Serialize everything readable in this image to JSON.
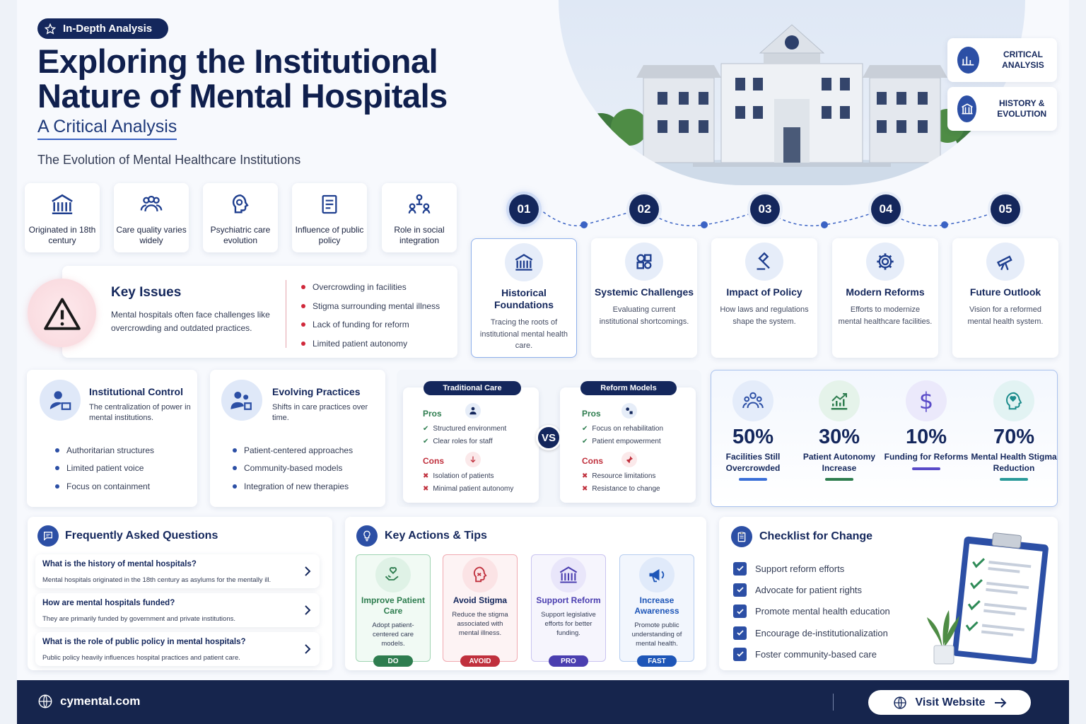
{
  "header": {
    "pill_label": "In-Depth Analysis",
    "title": "Exploring the Institutional Nature of Mental Hospitals",
    "subtitle": "A Critical Analysis",
    "section_heading": "The Evolution of Mental Healthcare Institutions"
  },
  "badges": [
    {
      "label": "CRITICAL ANALYSIS",
      "icon": "chart-icon"
    },
    {
      "label": "HISTORY & EVOLUTION",
      "icon": "building-icon"
    }
  ],
  "features": [
    {
      "label": "Originated in 18th century",
      "icon": "institution-icon"
    },
    {
      "label": "Care quality varies widely",
      "icon": "people-icon"
    },
    {
      "label": "Psychiatric care evolution",
      "icon": "brain-head-icon"
    },
    {
      "label": "Influence of public policy",
      "icon": "document-icon"
    },
    {
      "label": "Role in social integration",
      "icon": "network-people-icon"
    }
  ],
  "key_issues": {
    "title": "Key Issues",
    "description": "Mental hospitals often face challenges like overcrowding and outdated practices.",
    "items": [
      "Overcrowding in facilities",
      "Stigma surrounding mental illness",
      "Lack of funding for reform",
      "Limited patient autonomy"
    ]
  },
  "timeline": [
    {
      "num": "01",
      "title": "Historical Foundations",
      "desc": "Tracing the roots of institutional mental health care.",
      "icon": "institution-icon"
    },
    {
      "num": "02",
      "title": "Systemic Challenges",
      "desc": "Evaluating current institutional shortcomings.",
      "icon": "puzzle-icon"
    },
    {
      "num": "03",
      "title": "Impact of Policy",
      "desc": "How laws and regulations shape the system.",
      "icon": "gavel-icon"
    },
    {
      "num": "04",
      "title": "Modern Reforms",
      "desc": "Efforts to modernize mental healthcare facilities.",
      "icon": "gear-icon"
    },
    {
      "num": "05",
      "title": "Future Outlook",
      "desc": "Vision for a reformed mental health system.",
      "icon": "telescope-icon"
    }
  ],
  "institutional": {
    "title": "Institutional Control",
    "desc": "The centralization of power in mental institutions.",
    "items": [
      "Authoritarian structures",
      "Limited patient voice",
      "Focus on containment"
    ]
  },
  "evolving": {
    "title": "Evolving Practices",
    "desc": "Shifts in care practices over time.",
    "items": [
      "Patient-centered approaches",
      "Community-based models",
      "Integration of new therapies"
    ]
  },
  "compare": {
    "vs": "VS",
    "traditional": {
      "head": "Traditional Care",
      "pros_label": "Pros",
      "cons_label": "Cons",
      "pros": [
        "Structured environment",
        "Clear roles for staff"
      ],
      "cons": [
        "Isolation of patients",
        "Minimal patient autonomy"
      ]
    },
    "reform": {
      "head": "Reform Models",
      "pros_label": "Pros",
      "cons_label": "Cons",
      "pros": [
        "Focus on rehabilitation",
        "Patient empowerment"
      ],
      "cons": [
        "Resource limitations",
        "Resistance to change"
      ]
    }
  },
  "stats": [
    {
      "value": "50%",
      "label": "Facilities Still Overcrowded",
      "color": "#2c4fa5",
      "bar": "#3a6fd8"
    },
    {
      "value": "30%",
      "label": "Patient Autonomy Increase",
      "color": "#2e8b57",
      "bar": "#2e7d4f"
    },
    {
      "value": "10%",
      "label": "Funding for Reforms",
      "color": "#5a4bc8",
      "bar": "#5a4bc8"
    },
    {
      "value": "70%",
      "label": "Mental Health Stigma Reduction",
      "color": "#1c8c8c",
      "bar": "#2a9a9a"
    }
  ],
  "faq": {
    "title": "Frequently Asked Questions",
    "items": [
      {
        "q": "What is the history of mental hospitals?",
        "a": "Mental hospitals originated in the 18th century as asylums for the mentally ill."
      },
      {
        "q": "How are mental hospitals funded?",
        "a": "They are primarily funded by government and private institutions."
      },
      {
        "q": "What is the role of public policy in mental hospitals?",
        "a": "Public policy heavily influences hospital practices and patient care."
      }
    ]
  },
  "actions": {
    "title": "Key Actions & Tips",
    "items": [
      {
        "title": "Improve Patient Care",
        "desc": "Adopt patient-centered care models.",
        "tag": "DO",
        "color": "#2e7d4f",
        "bg": "#eef8f1"
      },
      {
        "title": "Avoid Stigma",
        "desc": "Reduce the stigma associated with mental illness.",
        "tag": "AVOID",
        "color": "#c0303d",
        "bg": "#fdf0f1"
      },
      {
        "title": "Support Reform",
        "desc": "Support legislative efforts for better funding.",
        "tag": "PRO",
        "color": "#4b3fb0",
        "bg": "#f3f2fc"
      },
      {
        "title": "Increase Awareness",
        "desc": "Promote public understanding of mental health.",
        "tag": "FAST",
        "color": "#1e56b8",
        "bg": "#eef4fd"
      }
    ]
  },
  "checklist": {
    "title": "Checklist for Change",
    "items": [
      "Support reform efforts",
      "Advocate for patient rights",
      "Promote mental health education",
      "Encourage de-institutionalization",
      "Foster community-based care"
    ]
  },
  "footer": {
    "site": "cymental.com",
    "visit_label": "Visit Website"
  }
}
